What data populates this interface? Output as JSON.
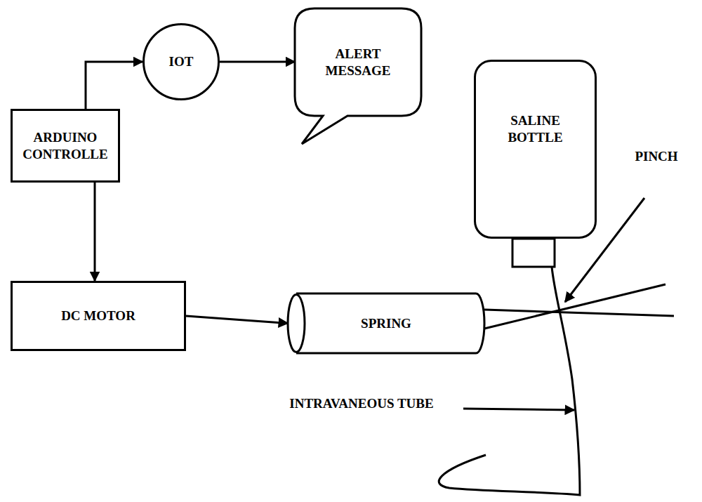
{
  "diagram": {
    "nodes": [
      {
        "text": [
          "IOT"
        ]
      },
      {
        "text": [
          "ALERT MESSAGE"
        ]
      },
      {
        "text": [
          "SALINE BOTTLE"
        ]
      },
      {
        "text": [
          "ARDUINO CONTROLLE"
        ]
      },
      {
        "text": [
          "DC MOTOR"
        ]
      },
      {
        "text": [
          "SPRING"
        ]
      }
    ],
    "edges": [
      {
        "from": 3,
        "to": 0,
        "arrow": "to"
      },
      {
        "from": 0,
        "to": 1,
        "arrow": "to"
      },
      {
        "from": 3,
        "to": 4,
        "arrow": "to"
      },
      {
        "from": 4,
        "to": 5,
        "arrow": "to"
      }
    ],
    "labels": [
      "PINCH",
      "INTRAVANEOUS TUBE"
    ]
  }
}
